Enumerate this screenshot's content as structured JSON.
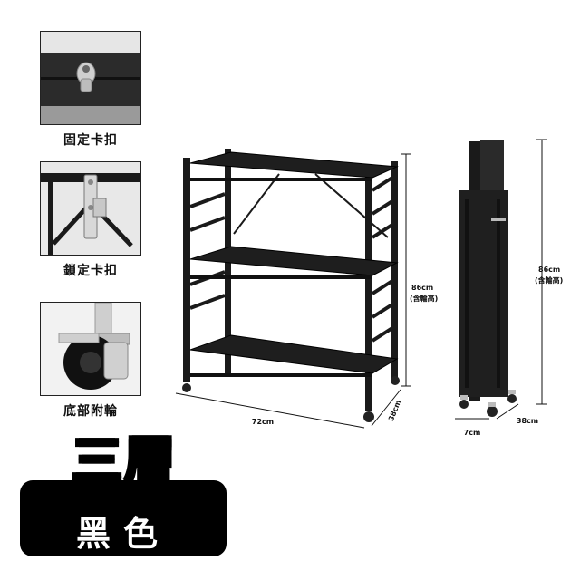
{
  "details": [
    {
      "caption": "固定卡扣",
      "icon": "fixed-clasp-photo"
    },
    {
      "caption": "鎖定卡扣",
      "icon": "locking-clasp-photo"
    },
    {
      "caption": "底部附輪",
      "icon": "caster-wheel-photo"
    }
  ],
  "dimensions": {
    "height_main": "86cm",
    "height_main_note": "(含輪高)",
    "width_main": "72cm",
    "depth_main": "38cm",
    "height_folded": "86cm",
    "height_folded_note": "(含輪高)",
    "width_folded": "7cm",
    "depth_folded": "38cm"
  },
  "banner": {
    "title": "三層",
    "color": "黑色"
  },
  "colors": {
    "shelf": "#1a1a1a",
    "background": "#ffffff"
  }
}
